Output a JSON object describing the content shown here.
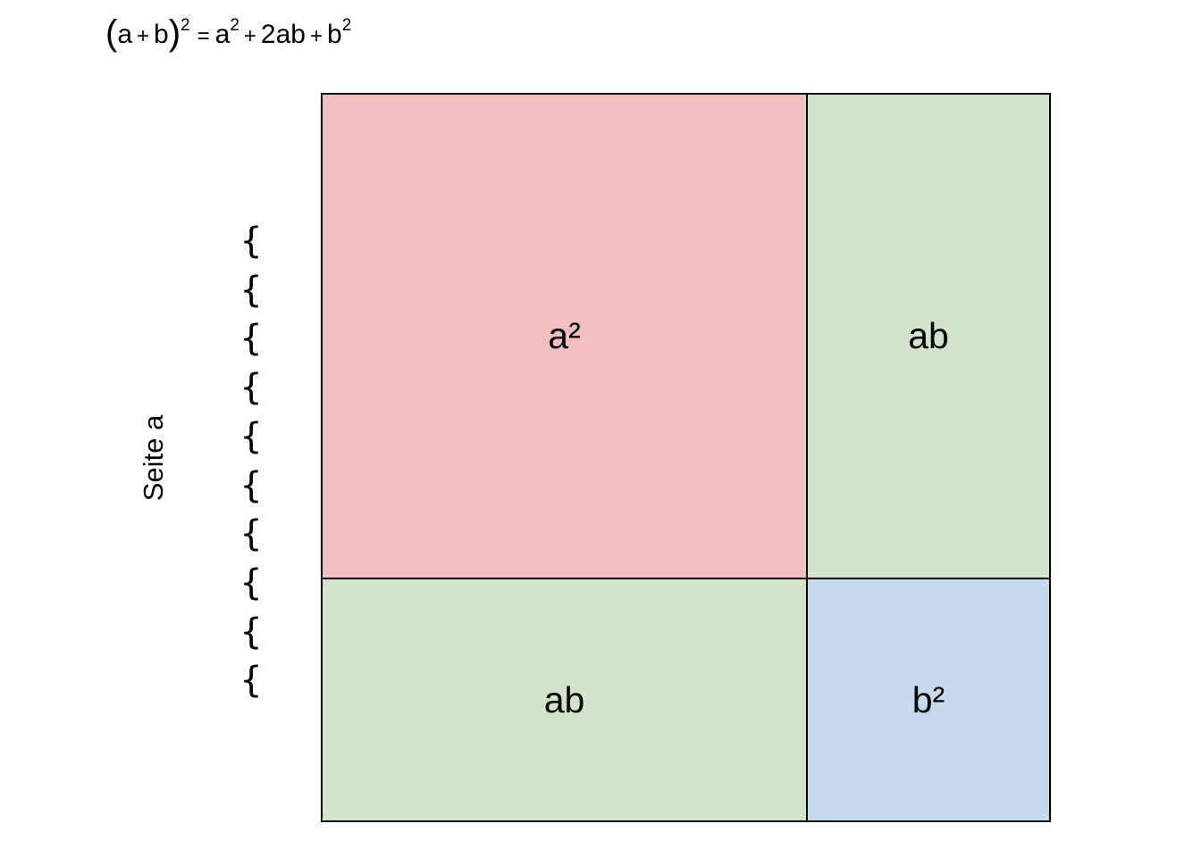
{
  "formula": {
    "open_paren": "(",
    "a": "a",
    "plus1": "+",
    "b": "b",
    "close_paren": ")",
    "exp1": "2",
    "equals": "=",
    "a2": "a",
    "exp2": "2",
    "plus2": "+",
    "two_ab": "2ab",
    "plus3": "+",
    "b2": "b",
    "exp3": "2"
  },
  "side_label": "Seite a",
  "brace_glyph": "{",
  "brace_count": 10,
  "cells": {
    "a_squared": {
      "label": "a²",
      "color": "#f0c0c1"
    },
    "ab_right": {
      "label": "ab",
      "color": "#d2e5ca"
    },
    "ab_bottom": {
      "label": "ab",
      "color": "#d2e5ca"
    },
    "b_squared": {
      "label": "b²",
      "color": "#c4daee"
    }
  },
  "colors": {
    "border": "#000000",
    "background": "#ffffff"
  }
}
